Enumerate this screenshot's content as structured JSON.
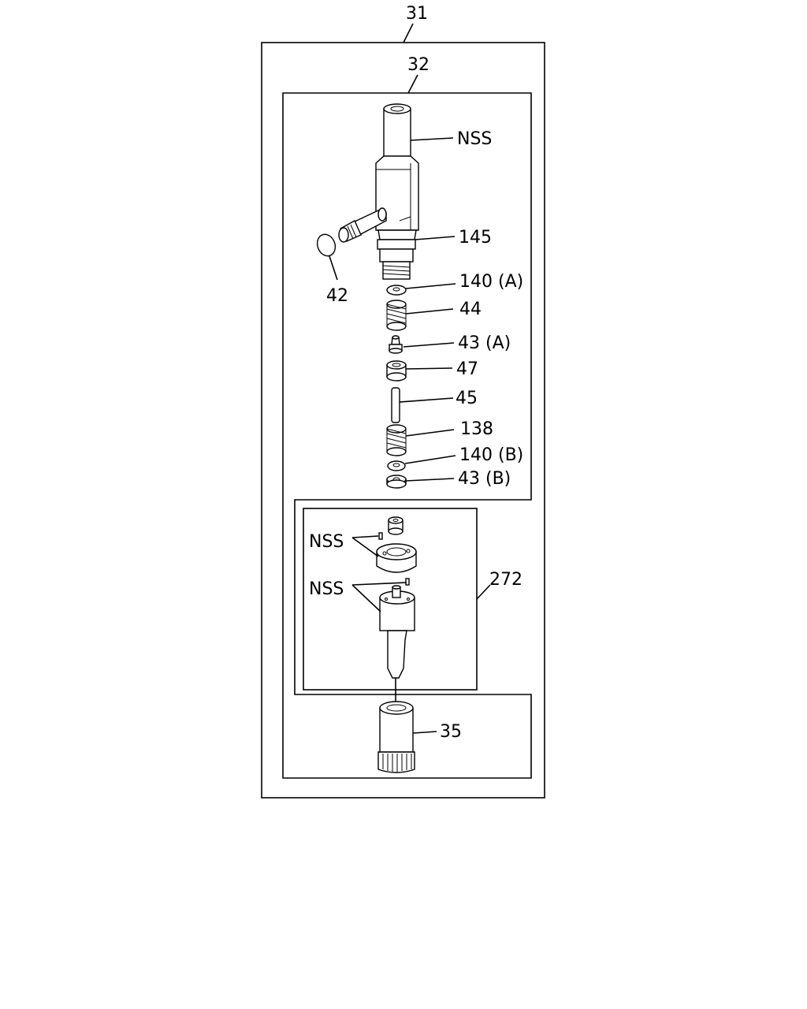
{
  "diagram": {
    "labels": {
      "assembly_31": "31",
      "assembly_32": "32",
      "body_nss": "NSS",
      "part_145": "145",
      "part_42": "42",
      "part_140a": "140 (A)",
      "part_44": "44",
      "part_43a": "43 (A)",
      "part_47": "47",
      "part_45": "45",
      "part_138": "138",
      "part_140b": "140 (B)",
      "part_43b": "43 (B)",
      "nozzle_nss_1": "NSS",
      "nozzle_nss_2": "NSS",
      "part_272": "272",
      "part_35": "35"
    },
    "icons": {
      "injector_body": "injector-holder-icon",
      "o_ring": "o-ring-icon",
      "washer": "washer-icon",
      "spring": "spring-icon",
      "spindle": "spindle-icon",
      "seat": "spring-seat-icon",
      "push_rod": "push-rod-icon",
      "nozzle": "nozzle-icon",
      "retaining_nut": "retaining-nut-icon"
    },
    "colors": {
      "ink": "#000000",
      "paper": "#ffffff"
    }
  }
}
